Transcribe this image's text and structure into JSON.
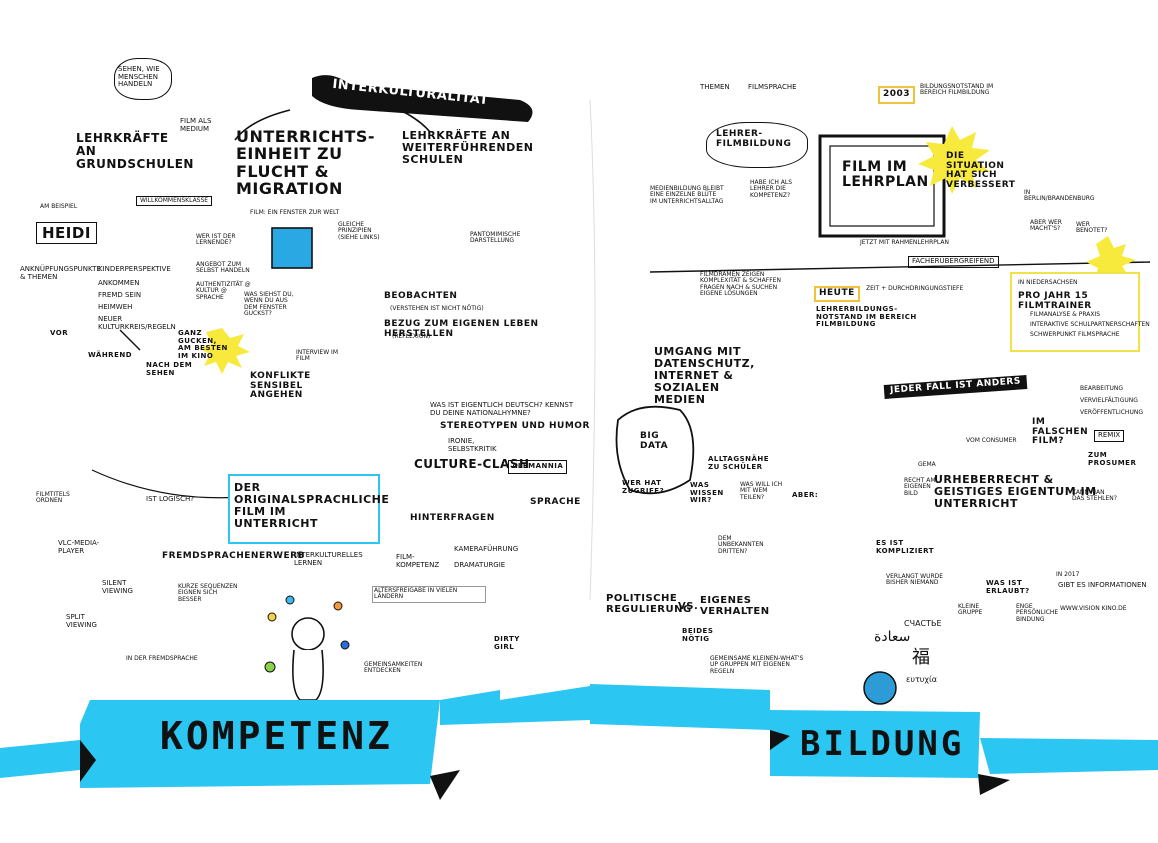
{
  "title_banner": "INTERKULTURALITÄT",
  "banners": {
    "left": "KOMPETENZ",
    "right": "BILDUNG"
  },
  "left": {
    "sehen": "SEHEN, WIE MENSCHEN HANDELN",
    "lehrkraefte_grund": "LEHRKRÄFTE AN GRUNDSCHULEN",
    "film_medium": "FILM ALS MEDIUM",
    "unterricht_title": "UNTERRICHTS-EINHEIT ZU FLUCHT & MIGRATION",
    "lehrkraefte_weiter": "LEHRKRÄFTE AN WEITERFÜHRENDEN SCHULEN",
    "willkommen": "WILLKOMMENSKLASSE",
    "beispiel": "AM BEISPIEL",
    "heidi": "HEIDI",
    "fenster": "FILM: EIN FENSTER ZUR WELT",
    "pantomime": "PANTOMIMISCHE DARSTELLUNG",
    "gleiche": "GLEICHE PRINZIPIEN (SIEHE LINKS)",
    "wer_lernende": "WER IST DER LERNENDE?",
    "angebot": "ANGEBOT ZUM SELBST HANDELN",
    "authentizitaet": "AUTHENTIZITÄT @ KULTUR @ SPRACHE",
    "anknuepfung": "ANKNÜPFUNGSPUNKTE & THEMEN",
    "kinderpersp": "KINDERPERSPEKTIVE",
    "ankommen": "ANKOMMEN",
    "fremd": "FREMD SEIN",
    "heimweh": "HEIMWEH",
    "kulturkreis": "NEUER KULTURKREIS/REGELN",
    "ganz": "GANZ GUCKEN, AM BESTEN IM KINO",
    "was_siehst": "WAS SIEHST DU, WENN DU AUS DEM FENSTER GUCKST?",
    "beobachten": "BEOBACHTEN",
    "beobachten_sub": "(VERSTEHEN IST NICHT NÖTIG)",
    "bezug": "BEZUG ZUM EIGENEN LEBEN HERSTELLEN",
    "reflexion": "(REFLEXION)",
    "interview": "INTERVIEW IM FILM",
    "konflikte": "KONFLIKTE SENSIBEL ANGEHEN",
    "vor": "VOR",
    "waehrend": "WÄHREND",
    "nach": "NACH DEM SEHEN",
    "stereotypen": "STEREOTYPEN UND HUMOR",
    "ironie": "IRONIE, SELBSTKRITIK",
    "culture": "CULTURE-CLASH",
    "alemannia": "ALEMANNIA",
    "hinterfragen": "HINTERFRAGEN",
    "sprache": "SPRACHE",
    "deutsch": "WAS IST EIGENTLICH DEUTSCH? KENNST DU DEINE NATIONALHYMNE?",
    "original": "DER ORIGINALSPRACHLICHE FILM IM UNTERRICHT",
    "filmtitel": "FILMTITELS ORDNEN",
    "logisch": "IST LOGISCH?",
    "vlc": "VLC-MEDIA-PLAYER",
    "fremdsprachen": "FREMDSPRACHENERWERB",
    "kurze": "KURZE SEQUENZEN EIGNEN SICH BESSER",
    "silent": "SILENT VIEWING",
    "split": "SPLIT VIEWING",
    "fremdsprache": "IN DER FREMDSPRACHE",
    "inter_lernen": "INTERKULTURELLES LERNEN",
    "gemeinsam": "GEMEINSAMKEITEN ENTDECKEN",
    "filmkompetenz": "FILM-KOMPETENZ",
    "kamera": "KAMERAFÜHRUNG",
    "dramaturgie": "DRAMATURGIE",
    "altersfreigabe": "ALTERSFREIGABE IN VIELEN LÄNDERN",
    "dirty": "DIRTY GIRL"
  },
  "right": {
    "themen": "THEMEN",
    "filmsprache": "FILMSPRACHE",
    "lehrerfilm": "LEHRER-FILMBILDUNG",
    "medienbildung": "MEDIENBILDUNG BLEIBT EINE EINZELNE BLÜTE IM UNTERRICHTSALLTAG",
    "habe_ich": "HABE ICH ALS LEHRER DIE KOMPETENZ?",
    "film_lehrplan": "FILM IM LEHRPLAN",
    "year": "2003",
    "notstand": "BILDUNGSNOTSTAND IM BEREICH FILMBILDUNG",
    "situation": "DIE SITUATION HAT SICH VERBESSERT",
    "berlin": "IN BERLIN/BRANDENBURG",
    "aber": "ABER WER MACHT'S?",
    "wer_benotet": "WER BENOTET?",
    "rahmen": "JETZT MIT RAHMENLEHRPLAN",
    "fach": "FÄCHERÜBERGREIFEND",
    "heute": "HEUTE",
    "heute_sub": "LEHRERBILDUNGS-NOTSTAND IM BEREICH FILMBILDUNG",
    "zeit": "ZEIT + DURCHDRINGUNGSTIEFE",
    "niedersachsen": "IN NIEDERSACHSEN",
    "trainer": "PRO JAHR 15 FILMTRAINER",
    "trainer_items": [
      "FILMANALYSE & PRAXIS",
      "INTERAKTIVE SCHULPARTNERSCHAFTEN",
      "SCHWERPUNKT FILMSPRACHE"
    ],
    "filmdramen": "FILMDRAMEN ZEIGEN KOMPLEXITÄT & SCHAFFEN FRAGEN NACH & SUCHEN EIGENE LÖSUNGEN",
    "umgang": "UMGANG MIT DATENSCHUTZ, INTERNET & SOZIALEN MEDIEN",
    "bigdata": "BIG DATA",
    "alltag": "ALLTAGSNÄHE ZU SCHÜLER",
    "wer_zugriff": "WER HAT ZUGRIFF?",
    "was_wissen": "WAS WISSEN WIR?",
    "was_teilen": "WAS WILL ICH MIT WEM TEILEN?",
    "aber2": "ABER:",
    "dritten": "DEM UNBEKANNTEN DRITTEN?",
    "regulierung": "POLITISCHE REGULIERUNG",
    "vs": "VS.",
    "verhalten": "EIGENES VERHALTEN",
    "beides": "BEIDES NÖTIG",
    "gemeinsame": "GEMEINSAME KLEINEN-WHAT'S UP GRUPPEN MIT EIGENEN REGELN",
    "jeder": "JEDER FALL IST ANDERS",
    "bearbeitung": [
      "BEARBEITUNG",
      "VERVIELFÄLTIGUNG",
      "VERÖFFENTLICHUNG"
    ],
    "falschen": "IM FALSCHEN FILM?",
    "remix": "REMIX",
    "consumer": "VOM CONSUMER",
    "prosumer": "ZUM PROSUMER",
    "urheber": "URHEBERRECHT & GEISTIGES EIGENTUM IM UNTERRICHT",
    "kann_man": "KANN MAN DAS STEHLEN?",
    "gema": "GEMA",
    "recht": "RECHT AM EIGENEN BILD",
    "kompliziert": "ES IST KOMPLIZIERT",
    "verlangt": "VERLANGT WURDE BISHER NIEMAND",
    "was_erlaubt": "WAS IST ERLAUBT?",
    "kleine": "KLEINE GRUPPE",
    "enge": "ENGE PERSÖNLICHE BINDUNG",
    "infos": "GIBT ES INFORMATIONEN",
    "infos_year": "IN 2017",
    "website": "WWW.VISION KINO.DE",
    "greek": "ευτυχία",
    "arabic": "سعادة",
    "chinese": "福",
    "cyrillic": "СЧАСТЬЕ"
  }
}
